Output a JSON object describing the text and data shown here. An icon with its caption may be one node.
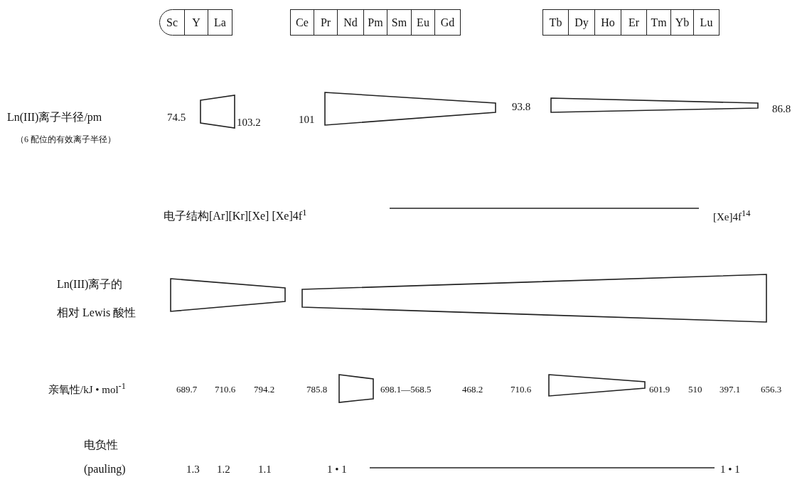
{
  "diagram": {
    "nodes": [
      {
        "text": [
          "Sc"
        ]
      },
      {
        "text": [
          "Y"
        ]
      },
      {
        "text": [
          "La"
        ]
      },
      {
        "text": [
          "Ce"
        ]
      },
      {
        "text": [
          "Pr"
        ]
      },
      {
        "text": [
          "Nd"
        ]
      },
      {
        "text": [
          "Pm"
        ]
      },
      {
        "text": [
          "Sm"
        ]
      },
      {
        "text": [
          "Eu"
        ]
      },
      {
        "text": [
          "Gd"
        ]
      },
      {
        "text": [
          "Tb"
        ]
      },
      {
        "text": [
          "Dy"
        ]
      },
      {
        "text": [
          "Ho"
        ]
      },
      {
        "text": [
          "Er"
        ]
      },
      {
        "text": [
          "Tm"
        ]
      },
      {
        "text": [
          "Yb"
        ]
      },
      {
        "text": [
          "Lu"
        ]
      },
      {
        "text": [],
        "shape": "wedge"
      },
      {
        "text": [],
        "shape": "wedge"
      },
      {
        "text": [],
        "shape": "wedge"
      },
      {
        "text": [],
        "shape": "wedge"
      },
      {
        "text": [],
        "shape": "wedge"
      },
      {
        "text": [],
        "shape": "wedge"
      },
      {
        "text": [],
        "shape": "wedge"
      }
    ],
    "labels": [
      "Ln(III)离子半径/pm",
      "74.5",
      "103.2",
      "101",
      "93.8",
      "86.8",
      "（6 配位的有效离子半径）",
      "电子结构[Ar][Kr][Xe] [Xe]4f$^{1}$",
      "[Xe]4f$^{14}$",
      "Ln(III)离子的",
      "相对 Lewis 酸性",
      "亲氧性/kJ • mol$^{-1}$",
      "689.7",
      "710.6",
      "794.2",
      "785.8",
      "698.1—568.5",
      "468.2",
      "710.6",
      "601.9",
      "510",
      "397.1",
      "656.3",
      "电负性",
      "(pauling)",
      "1.3",
      "1.2",
      "1.1",
      "1 • 1",
      "1 • 1"
    ]
  }
}
